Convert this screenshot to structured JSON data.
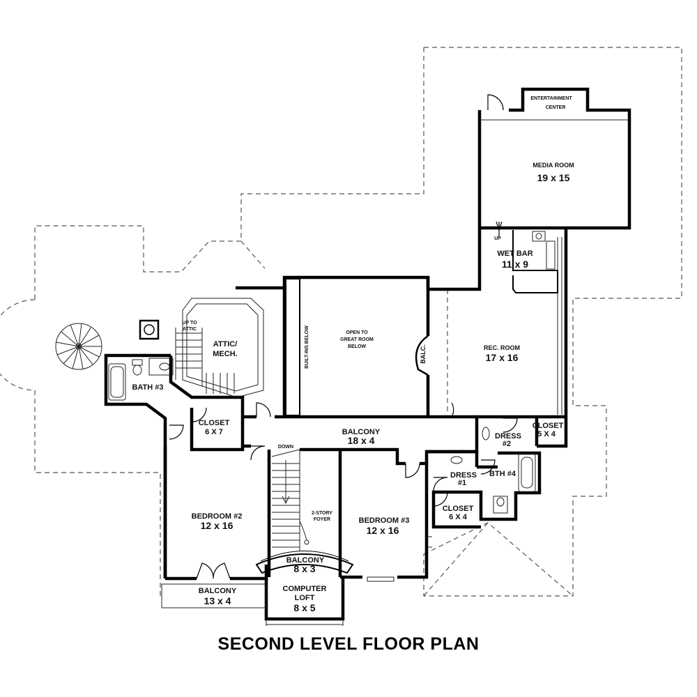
{
  "title": "SECOND LEVEL FLOOR PLAN",
  "rooms": {
    "entertainment": {
      "name": "ENTERTAINMENT",
      "name2": "CENTER"
    },
    "media_room": {
      "name": "MEDIA ROOM",
      "size": "19 x 15"
    },
    "wet_bar": {
      "name": "WET BAR",
      "size": "11 x 9"
    },
    "rec_room": {
      "name": "REC. ROOM",
      "size": "17 x 16"
    },
    "open_to": {
      "line1": "OPEN TO",
      "line2": "GREAT ROOM",
      "line3": "BELOW"
    },
    "built_ins": {
      "name": "BUILT-INS BELOW"
    },
    "balc": {
      "name": "BALC."
    },
    "attic": {
      "line1": "ATTIC/",
      "line2": "MECH."
    },
    "up_to_attic": {
      "line1": "UP TO",
      "line2": "ATTIC"
    },
    "bath3": {
      "name": "BATH #3"
    },
    "closet_6x7": {
      "name": "CLOSET",
      "size": "6 X 7"
    },
    "balcony_main": {
      "name": "BALCONY",
      "size": "18 x 4"
    },
    "closet_5x4": {
      "name": "CLOSET",
      "size": "5 X 4"
    },
    "dress2": {
      "name": "DRESS",
      "num": "#2"
    },
    "dress1": {
      "name": "DRESS",
      "num": "#1"
    },
    "bth4": {
      "name": "BTH #4"
    },
    "closet_6x4": {
      "name": "CLOSET",
      "size": "6 X 4"
    },
    "bedroom2": {
      "name": "BEDROOM #2",
      "size": "12 x 16"
    },
    "bedroom3": {
      "name": "BEDROOM #3",
      "size": "12 x 16"
    },
    "foyer": {
      "line1": "2-STORY",
      "line2": "FOYER"
    },
    "balcony_8x3": {
      "name": "BALCONY",
      "size": "8 x 3"
    },
    "balcony_13x4": {
      "name": "BALCONY",
      "size": "13 x 4"
    },
    "computer_loft": {
      "line1": "COMPUTER",
      "line2": "LOFT",
      "size": "8 x 5"
    },
    "down": {
      "name": "DOWN"
    },
    "up": {
      "name": "UP"
    }
  }
}
